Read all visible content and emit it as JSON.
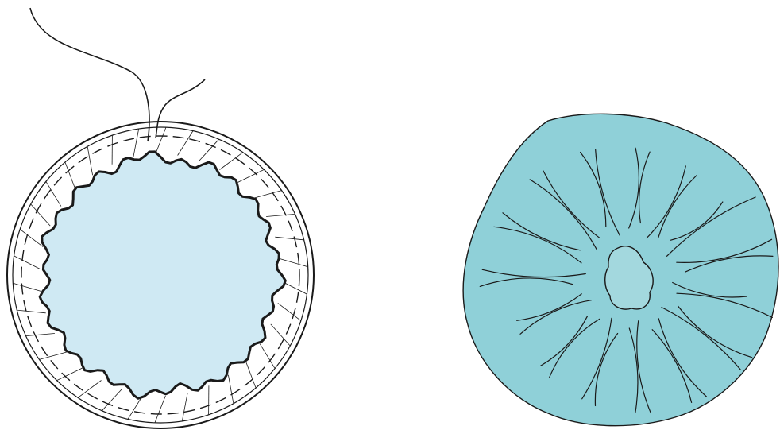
{
  "colors": {
    "background": "#ffffff",
    "outline": "#1a1a1a",
    "gathered_fabric_fill": "#cfe9f3",
    "finished_fabric_fill": "#8fd0d8",
    "center_opening_fill": "#a3d8de"
  },
  "figures": [
    {
      "id": "gathered-circle",
      "description_icon": "circle-gathered-with-running-stitch"
    },
    {
      "id": "finished-circle",
      "description_icon": "pulled-fabric-with-radiating-folds"
    }
  ]
}
